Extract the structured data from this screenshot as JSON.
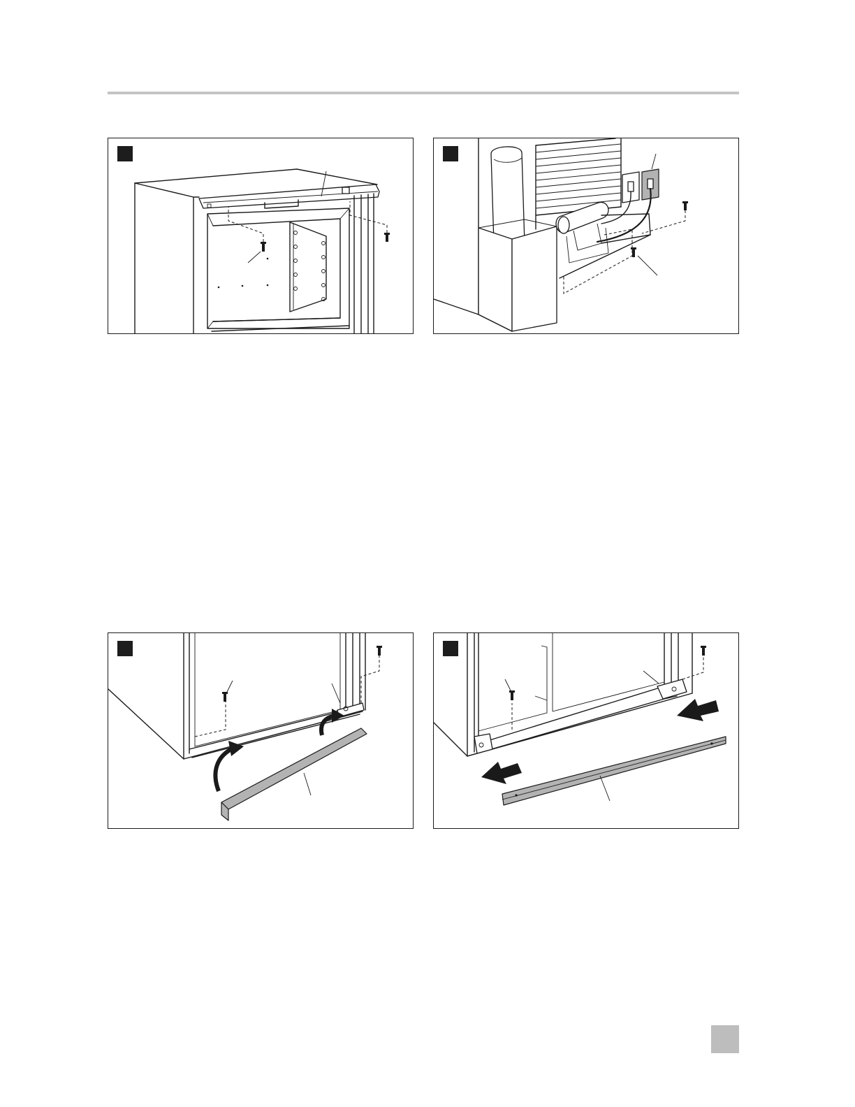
{
  "page": {
    "figures": [
      {
        "id": "fig-1",
        "badge_color": "#1d1d1d"
      },
      {
        "id": "fig-2",
        "badge_color": "#1d1d1d"
      },
      {
        "id": "fig-3",
        "badge_color": "#1d1d1d"
      },
      {
        "id": "fig-4",
        "badge_color": "#1d1d1d"
      }
    ],
    "colors": {
      "rule": "#c4c4c4",
      "page_tab": "#bdbdbd",
      "part_fill": "#b3b3b3",
      "line": "#1a1a1a"
    }
  }
}
